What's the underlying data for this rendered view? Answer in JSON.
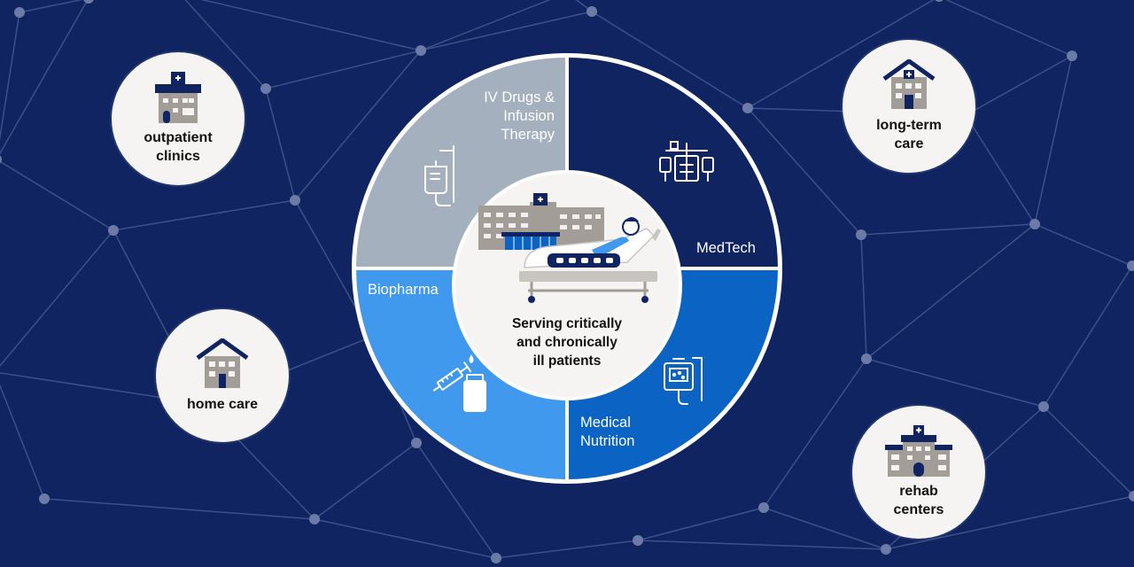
{
  "center": {
    "caption": "Serving critically\nand chronically\nill patients"
  },
  "segments": [
    {
      "id": "iv-drugs",
      "label": "IV Drugs &\nInfusion\nTherapy",
      "color": "#a4b0bd",
      "icon": "iv-bag-icon"
    },
    {
      "id": "medtech",
      "label": "MedTech",
      "color": "#0f2461",
      "icon": "infusion-pump-icon"
    },
    {
      "id": "medical-nutrition",
      "label": "Medical\nNutrition",
      "color": "#0b63c4",
      "icon": "nutrition-pump-icon"
    },
    {
      "id": "biopharma",
      "label": "Biopharma",
      "color": "#4199ee",
      "icon": "syringe-vial-icon"
    }
  ],
  "care_settings": [
    {
      "id": "outpatient",
      "label": "outpatient\nclinics",
      "icon": "clinic-building-icon"
    },
    {
      "id": "home-care",
      "label": "home care",
      "icon": "house-icon"
    },
    {
      "id": "long-term",
      "label": "long-term\ncare",
      "icon": "care-home-icon"
    },
    {
      "id": "rehab",
      "label": "rehab\ncenters",
      "icon": "rehab-building-icon"
    }
  ],
  "colors": {
    "background": "#0f2461",
    "network_lines": "#3d5088",
    "network_nodes": "#6b7ba6",
    "bubble_fill": "#f5f4f2",
    "building_gray": "#a39d97",
    "navy_accent": "#0f2461"
  }
}
